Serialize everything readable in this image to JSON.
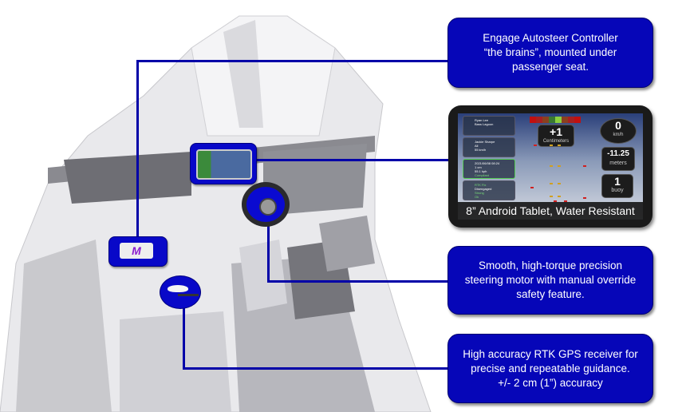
{
  "callouts": {
    "controller": "Engage Autosteer Controller\n“the brains”, mounted under\npassenger seat.",
    "motor": "Smooth, high-torque precision\nsteering motor with manual override\nsafety feature.",
    "gps": "High accuracy RTK GPS receiver for\nprecise and repeatable guidance.\n+/- 2 cm  (1”) accuracy"
  },
  "tablet": {
    "caption": "8” Android Tablet, Water Resistant",
    "offset_value": "+1",
    "offset_unit": "Centimeters",
    "speed_value": "0",
    "speed_unit": "km/h",
    "distance_value": "-11.25",
    "distance_unit": "meters",
    "buoy_value": "1",
    "buoy_unit": "buoy",
    "cards": [
      [
        "Ryan Lee",
        "Bass Lagoon"
      ],
      [
        "Jackie Sharpe",
        "All",
        "55 km/h"
      ],
      [
        "2021/06/08 08:24",
        "1 cm",
        "55.1 kph",
        "Compliant"
      ],
      [
        "RTK Fix",
        "Disengaged",
        "Strong",
        "Ok"
      ]
    ]
  },
  "controller_logo": "M",
  "colors": {
    "callout": "#0606b8",
    "line": "#0000a8"
  }
}
